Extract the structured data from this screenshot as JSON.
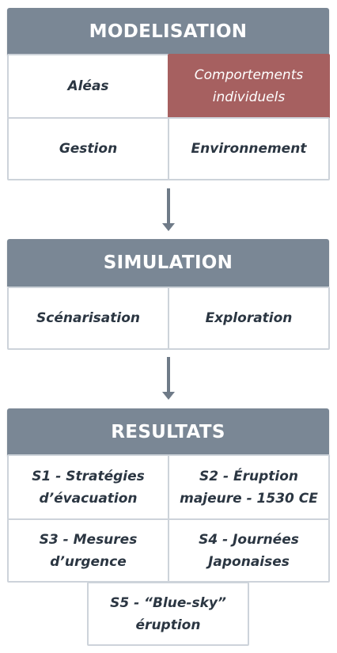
{
  "modelisation": {
    "title": "MODELISATION",
    "items": [
      "Aléas",
      "Comportements individuels",
      "Gestion",
      "Environnement"
    ]
  },
  "simulation": {
    "title": "SIMULATION",
    "items": [
      "Scénarisation",
      "Exploration"
    ]
  },
  "resultats": {
    "title": "RESULTATS",
    "items": [
      "S1 - Stratégies\nd’évacuation",
      "S2 - Éruption\nmajeure - 1530 CE",
      "S3 - Mesures\nd’urgence",
      "S4 - Journées\nJaponaises",
      "S5 - “Blue-sky”\néruption"
    ]
  },
  "colors": {
    "header_bg": "#7a8795",
    "highlight_bg": "#a66060",
    "text": "#2b3642",
    "border": "#cdd3da",
    "arrow": "#6f7b88"
  }
}
